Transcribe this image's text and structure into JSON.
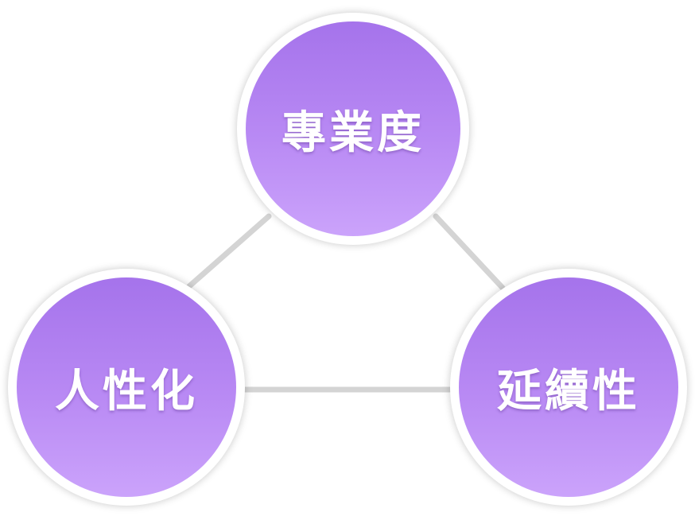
{
  "diagram": {
    "type": "triangle-cycle",
    "nodes": {
      "top": {
        "label": "專業度"
      },
      "left": {
        "label": "人性化"
      },
      "right": {
        "label": "延續性"
      }
    },
    "edges": [
      {
        "from": "top",
        "to": "left"
      },
      {
        "from": "top",
        "to": "right"
      },
      {
        "from": "left",
        "to": "right"
      }
    ],
    "colors": {
      "node_gradient_top": "#a573eb",
      "node_gradient_bottom": "#cba3fb",
      "node_border": "#ffffff",
      "connector": "#d4d4d4",
      "label": "#ffffff"
    }
  }
}
